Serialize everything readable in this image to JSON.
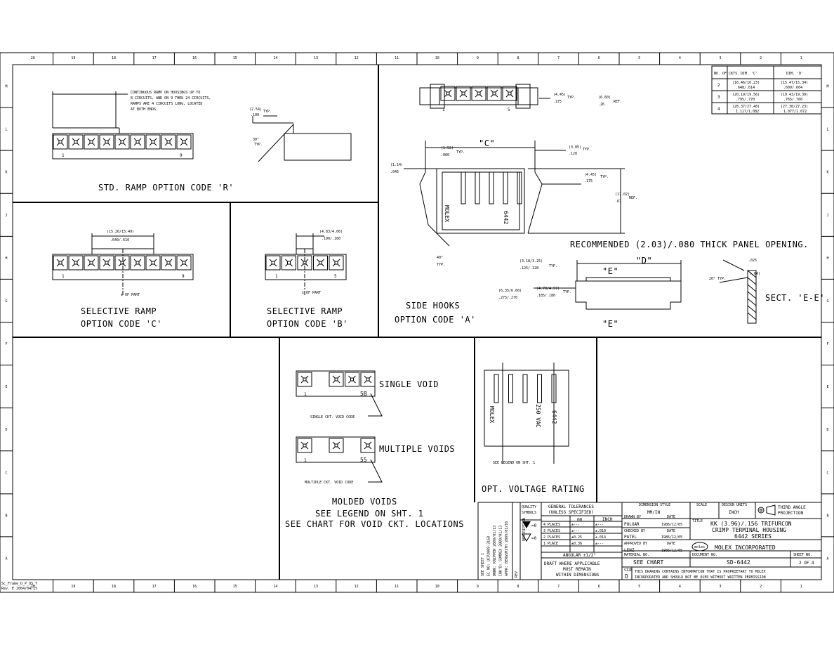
{
  "zones_h": [
    "20",
    "19",
    "18",
    "17",
    "16",
    "15",
    "14",
    "13",
    "12",
    "11",
    "10",
    "9",
    "8",
    "7",
    "6",
    "5",
    "4",
    "3",
    "2",
    "1"
  ],
  "zones_v": [
    "M",
    "L",
    "K",
    "J",
    "H",
    "G",
    "F",
    "E",
    "D",
    "C",
    "B",
    "A"
  ],
  "std_ramp": {
    "note": [
      "CONTINUOUS RAMP ON HOUSINGS UP TO",
      "8 CIRCUITS, AND ON 9 THRU 24 CIRCUITS,",
      "RAMPS ARE 4 CIRCUITS LONG, LOCATED",
      "AT BOTH ENDS."
    ],
    "pin_first": "1",
    "pin_last": "9",
    "dim_a": "(2.54)",
    "dim_b": ".100",
    "angle": "30°",
    "typ": "TYP.",
    "title": "STD. RAMP   OPTION CODE 'R'"
  },
  "sel_c": {
    "dim_a": "(15.26/15.49)",
    "dim_b": ".640/.610",
    "pin_first": "1",
    "pin_last": "9",
    "center": "¢ OF PART",
    "title": [
      "SELECTIVE RAMP",
      "OPTION CODE 'C'"
    ]
  },
  "sel_b": {
    "dim_a": "(4.83/4.06)",
    "dim_b": ".190/.160",
    "pin_first": "1",
    "pin_last": "5",
    "center": "¢ OF PART",
    "title": [
      "SELECTIVE RAMP",
      "OPTION CODE 'B'"
    ]
  },
  "side_hooks": {
    "top_dim_a": "(4.45)",
    "top_dim_b": ".175",
    "typ": "TYP.",
    "ref_a": "(6.60)",
    "ref_b": ".26",
    "ref": "REF.",
    "pin_first": "1",
    "pin_mid": "5",
    "c_label": "\"C\"",
    "dim_left_a": "(1.52)",
    "dim_left_b": ".060",
    "dim_114_a": "(1.14)",
    "dim_114_b": ".045",
    "dim_305_a": "(3.05)",
    "dim_305_b": ".120",
    "dim_445_a": "(4.45)",
    "dim_445_b": ".175",
    "dim_17_a": "(17.02)",
    "dim_17_b": ".67",
    "molex": "MOLEX",
    "part": "6442",
    "angle": "40°",
    "panel": "RECOMMENDED (2.03)/.080 THICK PANEL OPENING.",
    "title": [
      "SIDE HOOKS",
      "OPTION CODE 'A'"
    ]
  },
  "section": {
    "d_label": "\"D\"",
    "e_label": "\"E\"",
    "dim1_a": "(3.18/3.25)",
    "dim1_b": ".125/.128",
    "dim2_a": "(4.70/4.57)",
    "dim2_b": ".185/.180",
    "dim3_a": "(6.35/6.60)",
    "dim3_b": ".275/.270",
    "dim4_a": "(.64)",
    "dim4_b": ".025",
    "angle": "20°",
    "typ": "TYP.",
    "title": "SECT. 'E-E'"
  },
  "table": {
    "headers": [
      "NO. OF CKTS.",
      "DIM. 'C'",
      "DIM. 'D'"
    ],
    "rows": [
      {
        "n": "2",
        "c": [
          "(16.46/16.23)",
          ".648/.614"
        ],
        "d": [
          "(15.47/15.34)",
          ".609/.604"
        ]
      },
      {
        "n": "3",
        "c": [
          "(20.19/19.56)",
          ".795/.770"
        ],
        "d": [
          "(19.43/19.30)",
          ".765/.760"
        ]
      },
      {
        "n": "4",
        "c": [
          "(28.37/27.48)",
          "1.117/1.082"
        ],
        "d": [
          "(27.38/27.23)",
          "1.077/1.072"
        ]
      }
    ]
  },
  "voids": {
    "single_label": "SINGLE VOID",
    "single_code": "5B",
    "single_caption": "SINGLE CKT. VOID CODE",
    "multi_label": "MULTIPLE VOIDS",
    "multi_code": "55",
    "multi_caption": "MULTIPLE CKT. VOID CODE",
    "pin_first": "1",
    "title": [
      "MOLDED VOIDS",
      "SEE LEGEND ON SHT. 1",
      "SEE CHART FOR VOID CKT. LOCATIONS"
    ]
  },
  "voltage": {
    "molex": "MOLEX",
    "rating": "250 VAC",
    "part": "6442",
    "legend": "SEE LEGEND ON SHT. 1",
    "title": "OPT. VOLTAGE RATING"
  },
  "title_block": {
    "revision_lines": [
      "SEE SHEET 1",
      "EC NO: UCP2009-3168",
      "DRWN: KNIPPER 2009/01/13",
      "CHK'D: SOMDEX 2009/01/13",
      "APPR: BERGSMITH 2009/01/16"
    ],
    "rev_label": "REV",
    "description": "DESCRIPTION",
    "quality": [
      "QUALITY",
      "SYMBOLS"
    ],
    "quality_sym1": "=0",
    "quality_sym2": "=0",
    "gen_tol": [
      "GENERAL TOLERANCES",
      "(UNLESS SPECIFIED)"
    ],
    "tol_head": [
      "mm",
      "INCH"
    ],
    "tol_rows": [
      [
        "4 PLACES",
        "±---",
        "±---"
      ],
      [
        "3 PLACES",
        "±---",
        "±.010"
      ],
      [
        "2 PLACES",
        "±0.25",
        "±.014"
      ],
      [
        "1 PLACE",
        "±0.36",
        "±---"
      ]
    ],
    "angular": "ANGULAR ±1/2°",
    "draft": [
      "DRAFT WHERE APPLICABLE",
      "MUST REMAIN",
      "WITHIN DIMENSIONS"
    ],
    "dim_style_label": "DIMENSION STYLE",
    "dim_style": "MM/IN",
    "scale_label": "SCALE",
    "design_units_label": "DESIGN UNITS",
    "design_units": "INCH",
    "projection": [
      "THIRD ANGLE",
      "PROJECTION"
    ],
    "drawn_by_label": "DRAWN BY",
    "drawn_by": "POLGAR",
    "drawn_date": "1986/12/05",
    "checked_by_label": "CHECKED BY",
    "checked_by": "PATEL",
    "checked_date": "1986/12/05",
    "approved_by_label": "APPROVED BY",
    "approved_by": "LENZ",
    "approved_date": "1986/12/05",
    "date_label": "DATE",
    "title_label": "TITLE",
    "title": [
      "KK (3.96)/.156 TRIFURCON",
      "CRIMP TERMINAL HOUSING",
      "6442 SERIES"
    ],
    "company": "MOLEX INCORPORATED",
    "logo": "molex",
    "material_label": "MATERIAL NO.",
    "material": "SEE CHART",
    "document_label": "DOCUMENT NO.",
    "document": "SD-6442",
    "sheet_label": "SHEET NO.",
    "sheet": "2 OF 4",
    "size_label": "SIZE",
    "size": "D",
    "proprietary": [
      "THIS DRAWING CONTAINS INFORMATION THAT IS PROPRIETARY TO MOLEX",
      "INCORPORATED AND SHOULD NOT BE USED WITHOUT WRITTEN PERMISSION"
    ]
  },
  "frame_ref": [
    "Sc_Frame_D_P_US_T",
    "Rev. E 2004/04/15"
  ]
}
